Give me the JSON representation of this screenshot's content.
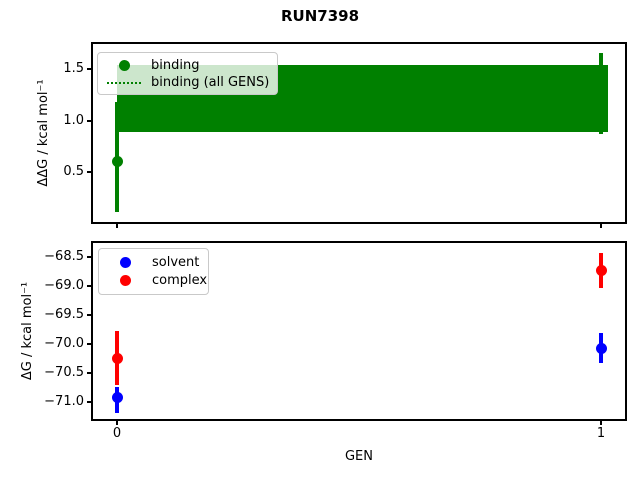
{
  "title": "RUN7398",
  "chart_data": [
    {
      "type": "scatter",
      "position": "top",
      "title": "",
      "xlabel": "",
      "ylabel": "ΔΔG / kcal mol⁻¹",
      "grid": false,
      "legend_position": "upper left",
      "xlim": [
        -0.05,
        1.05
      ],
      "ylim": [
        0.02,
        1.74
      ],
      "yticks": {
        "values": [
          1.5,
          1.0,
          0.5
        ],
        "labels": [
          "1.5",
          "1.0",
          "0.5"
        ]
      },
      "xticks": {
        "values": [
          0,
          1
        ],
        "labels": [
          "",
          ""
        ]
      },
      "series": [
        {
          "name": "binding",
          "color": "#008000",
          "marker": "circle",
          "x": [
            0,
            1
          ],
          "y": [
            0.61,
            1.27
          ],
          "yerr_low": [
            0.12,
            0.87
          ],
          "yerr_high": [
            1.18,
            1.65
          ]
        }
      ],
      "band": {
        "name": "binding (all GENS)",
        "color": "#008000",
        "line_style": "dotted",
        "x_range": [
          0,
          1.015
        ],
        "y_low": 0.89,
        "y_high": 1.54,
        "y_center": 1.21
      },
      "legend": [
        {
          "label": "binding",
          "handle": "dot",
          "color": "#008000"
        },
        {
          "label": "binding (all GENS)",
          "handle": "dotted-line",
          "color": "#008000"
        }
      ]
    },
    {
      "type": "scatter",
      "position": "bottom",
      "title": "",
      "xlabel": "GEN",
      "ylabel": "ΔG / kcal mol⁻¹",
      "grid": false,
      "legend_position": "upper left",
      "xlim": [
        -0.05,
        1.05
      ],
      "ylim": [
        -71.29,
        -68.26
      ],
      "yticks": {
        "values": [
          -68.5,
          -69.0,
          -69.5,
          -70.0,
          -70.5,
          -71.0
        ],
        "labels": [
          "−68.5",
          "−69.0",
          "−69.5",
          "−70.0",
          "−70.5",
          "−71.0"
        ]
      },
      "xticks": {
        "values": [
          0,
          1
        ],
        "labels": [
          "0",
          "1"
        ]
      },
      "series": [
        {
          "name": "solvent",
          "color": "#0000ff",
          "marker": "circle",
          "x": [
            0,
            1
          ],
          "y": [
            -70.91,
            -70.07
          ],
          "yerr_low": [
            -71.19,
            -70.33
          ],
          "yerr_high": [
            -70.74,
            -69.81
          ]
        },
        {
          "name": "complex",
          "color": "#ff0000",
          "marker": "circle",
          "x": [
            0,
            1
          ],
          "y": [
            -70.24,
            -68.72
          ],
          "yerr_low": [
            -70.7,
            -69.03
          ],
          "yerr_high": [
            -69.77,
            -68.43
          ]
        }
      ],
      "legend": [
        {
          "label": "solvent",
          "handle": "dot",
          "color": "#0000ff"
        },
        {
          "label": "complex",
          "handle": "dot",
          "color": "#ff0000"
        }
      ]
    }
  ]
}
